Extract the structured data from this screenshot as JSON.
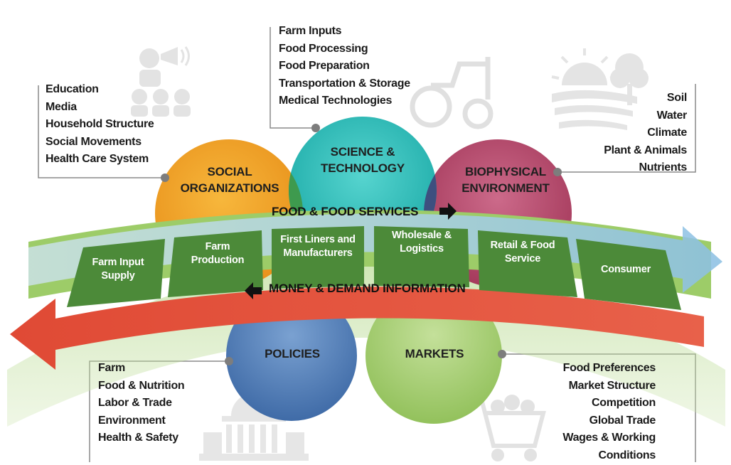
{
  "top_list": [
    "Farm Inputs",
    "Food Processing",
    "Food Preparation",
    "Transportation & Storage",
    "Medical Technologies"
  ],
  "left_list": [
    "Education",
    "Media",
    "Household Structure",
    "Social Movements",
    "Health Care System"
  ],
  "right_list": [
    "Soil",
    "Water",
    "Climate",
    "Plant & Animals",
    "Nutrients"
  ],
  "bottom_left_list": [
    "Farm",
    "Food & Nutrition",
    "Labor & Trade",
    "Environment",
    "Health & Safety"
  ],
  "bottom_right_list": [
    "Food Preferences",
    "Market Structure",
    "Competition",
    "Global Trade",
    "Wages & Working",
    "Conditions"
  ],
  "circles": {
    "social": {
      "line1": "SOCIAL",
      "line2": "ORGANIZATIONS",
      "color": "#f0a325"
    },
    "science": {
      "line1": "SCIENCE &",
      "line2": "TECHNOLOGY",
      "color": "#2fc4bf"
    },
    "biophysical": {
      "line1": "BIOPHYSICAL",
      "line2": "ENVIRONMENT",
      "color": "#b5476a"
    },
    "policies": {
      "line1": "POLICIES",
      "color": "#4a78b5"
    },
    "markets": {
      "line1": "MARKETS",
      "color": "#a8cf6e"
    }
  },
  "bands": {
    "food_services": "FOOD & FOOD SERVICES",
    "money_demand": "MONEY & DEMAND INFORMATION"
  },
  "segments": [
    {
      "line1": "Farm Input",
      "line2": "Supply"
    },
    {
      "line1": "Farm",
      "line2": "Production"
    },
    {
      "line1": "First Liners and",
      "line2": "Manufacturers"
    },
    {
      "line1": "Wholesale &",
      "line2": "Logistics"
    },
    {
      "line1": "Retail & Food",
      "line2": "Service"
    },
    {
      "line1": "Consumer",
      "line2": ""
    }
  ],
  "colors": {
    "segment": "#4e8a3a",
    "red_arrow": "#e1523a",
    "blue_arrow": "#b9d9ec",
    "green_band": "#9ccc6e"
  },
  "icons": [
    "speaker-audience-icon",
    "tractor-icon",
    "sun-field-tree-icon",
    "capitol-building-icon",
    "shopping-cart-icon"
  ]
}
